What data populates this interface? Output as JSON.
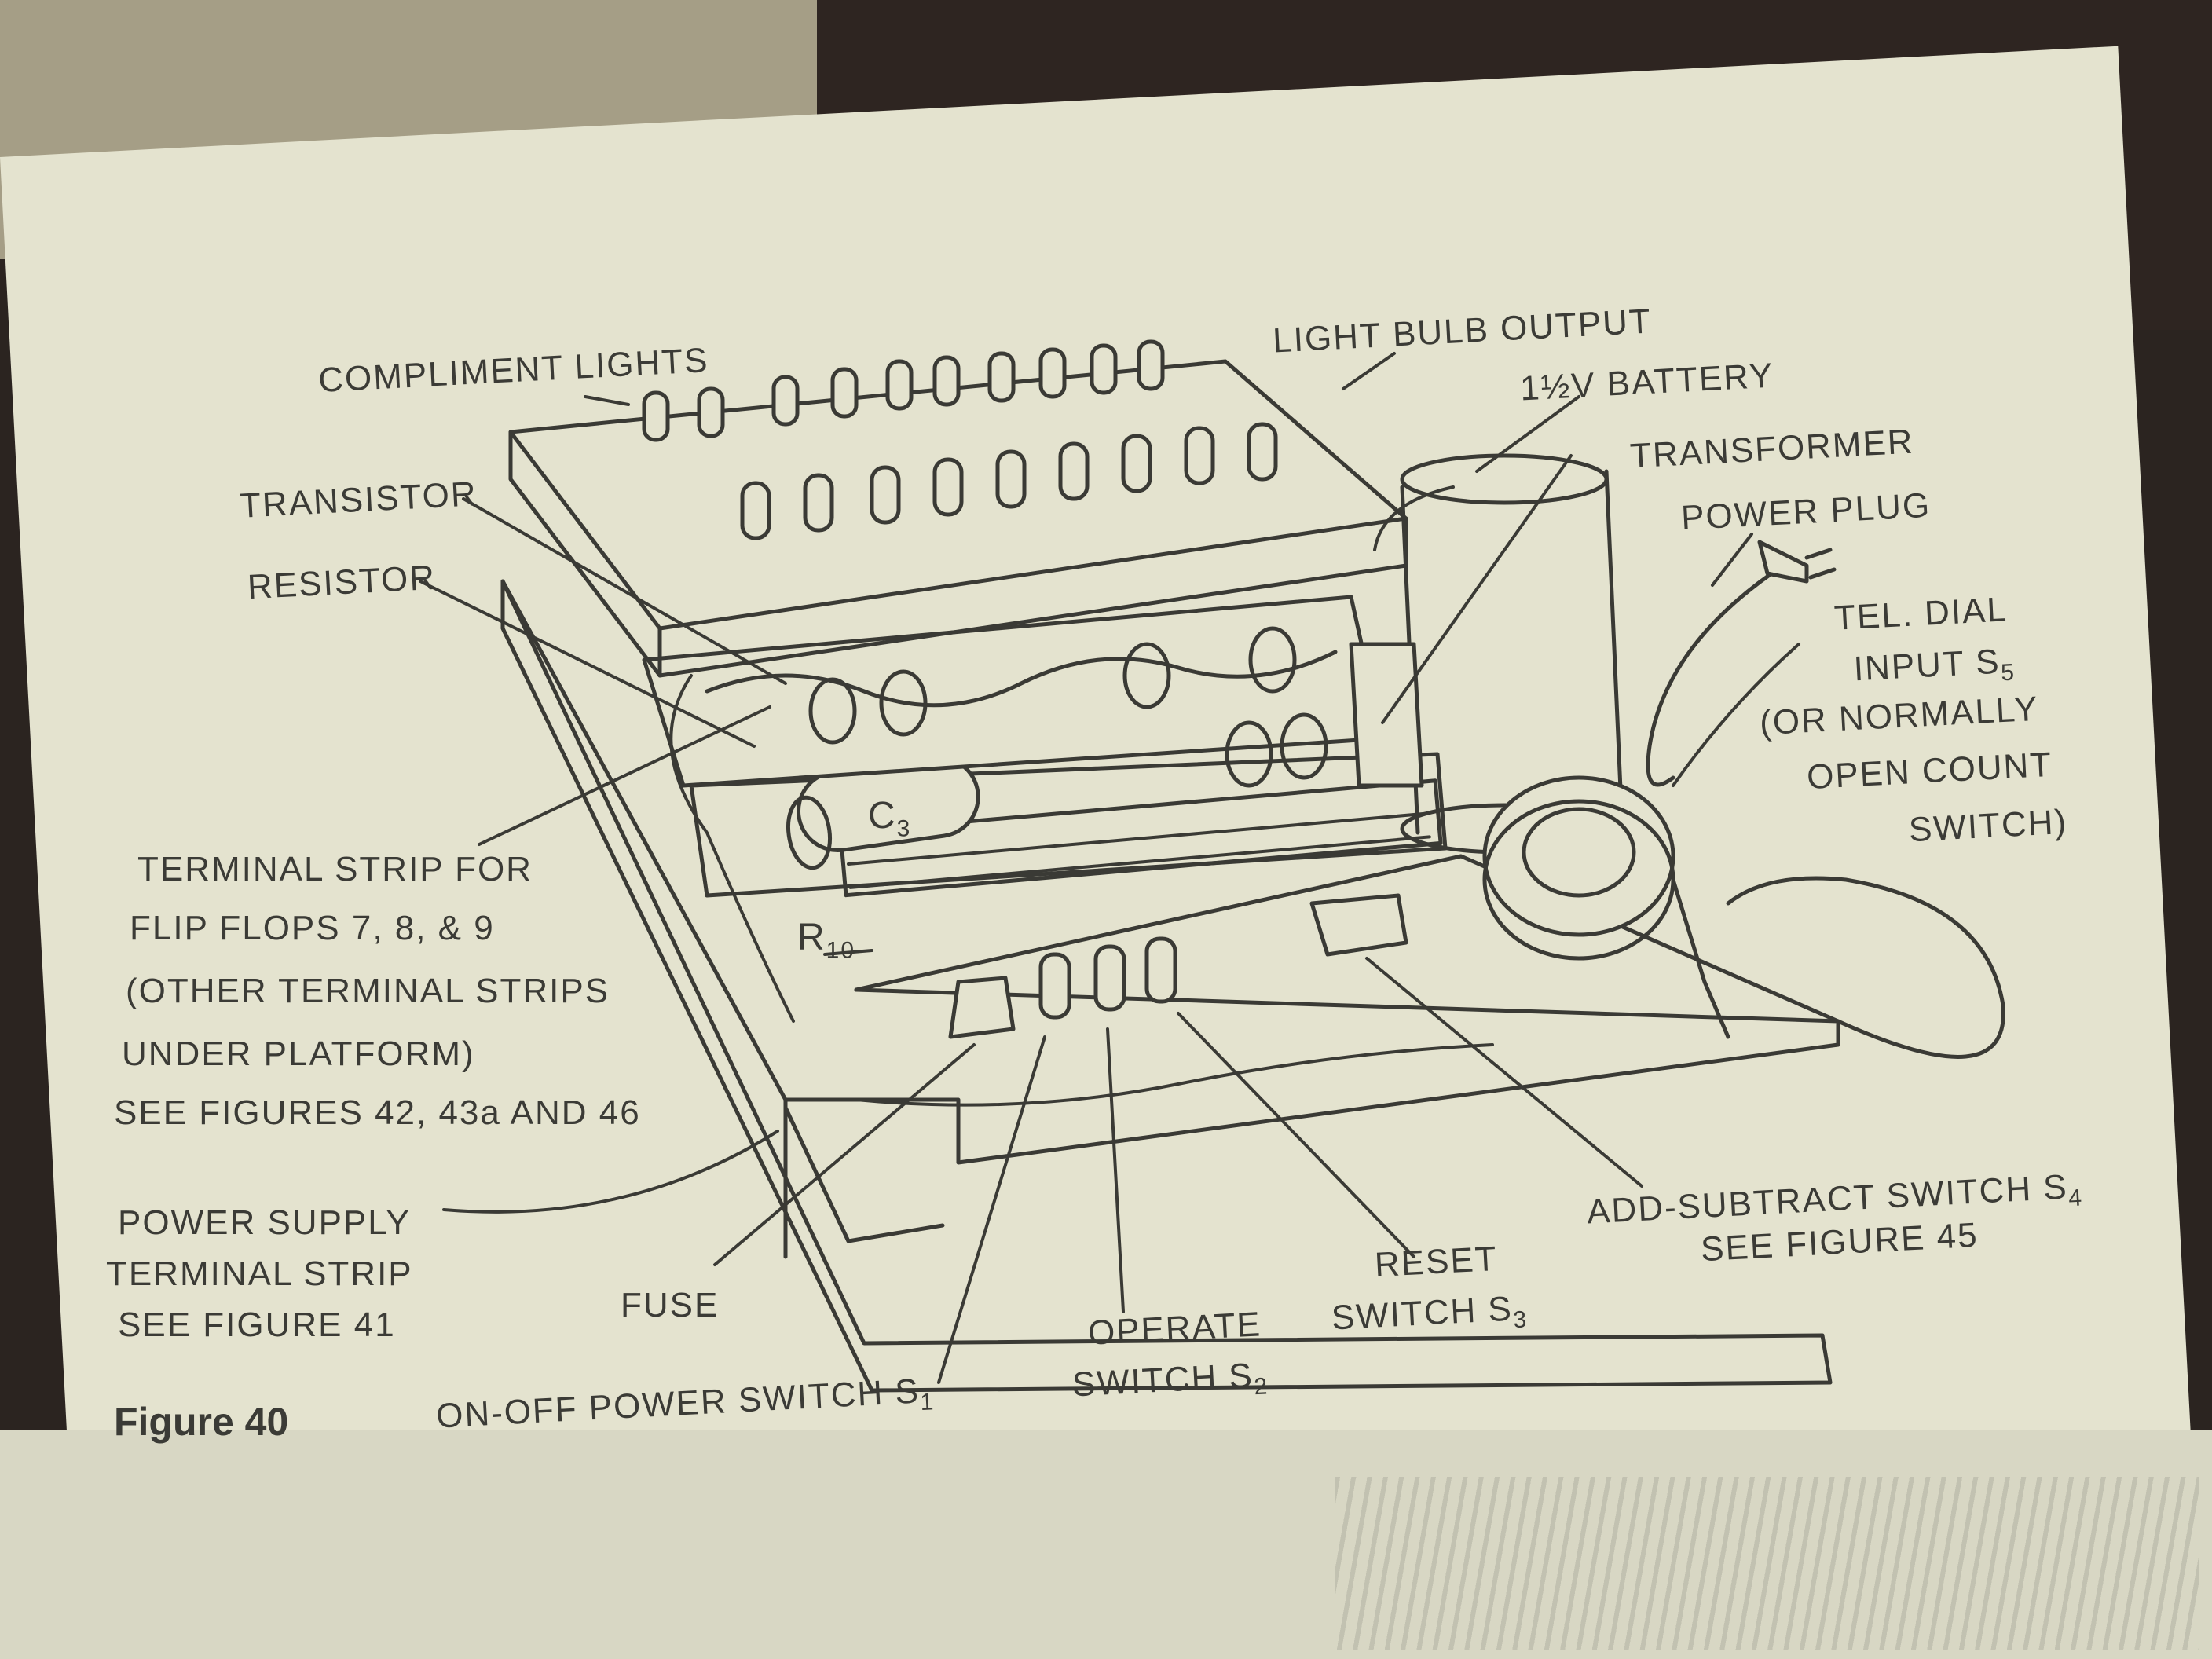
{
  "figure": "Figure 40",
  "labels": {
    "compliment_lights": "COMPLIMENT LIGHTS",
    "light_bulb_output": "LIGHT BULB OUTPUT",
    "battery": "1½V BATTERY",
    "transformer": "TRANSFORMER",
    "power_plug": "POWER PLUG",
    "tel_dial_1": "TEL. DIAL",
    "tel_dial_2": "INPUT S",
    "tel_dial_2_sub": "5",
    "tel_dial_3": "(OR NORMALLY",
    "tel_dial_4": "OPEN COUNT",
    "tel_dial_5": "SWITCH)",
    "transistor": "TRANSISTOR",
    "resistor": "RESISTOR",
    "terminal_strip_1": "TERMINAL STRIP FOR",
    "terminal_strip_2": "FLIP FLOPS 7, 8, & 9",
    "terminal_strip_3": "(OTHER TERMINAL STRIPS",
    "terminal_strip_4": "UNDER PLATFORM)",
    "terminal_strip_5": "SEE FIGURES 42, 43a AND 46",
    "capacitor": "C",
    "capacitor_sub": "3",
    "resistor_r10": "R",
    "resistor_r10_sub": "10",
    "power_supply_1": "POWER SUPPLY",
    "power_supply_2": "TERMINAL STRIP",
    "power_supply_3": "SEE FIGURE 41",
    "fuse": "FUSE",
    "on_off": "ON-OFF POWER SWITCH S",
    "on_off_sub": "1",
    "operate_1": "OPERATE",
    "operate_2": "SWITCH S",
    "operate_sub": "2",
    "reset_1": "RESET",
    "reset_2": "SWITCH S",
    "reset_sub": "3",
    "add_sub_1": "ADD-SUBTRACT SWITCH S",
    "add_sub_sub": "4",
    "add_sub_2": "SEE FIGURE 45"
  }
}
